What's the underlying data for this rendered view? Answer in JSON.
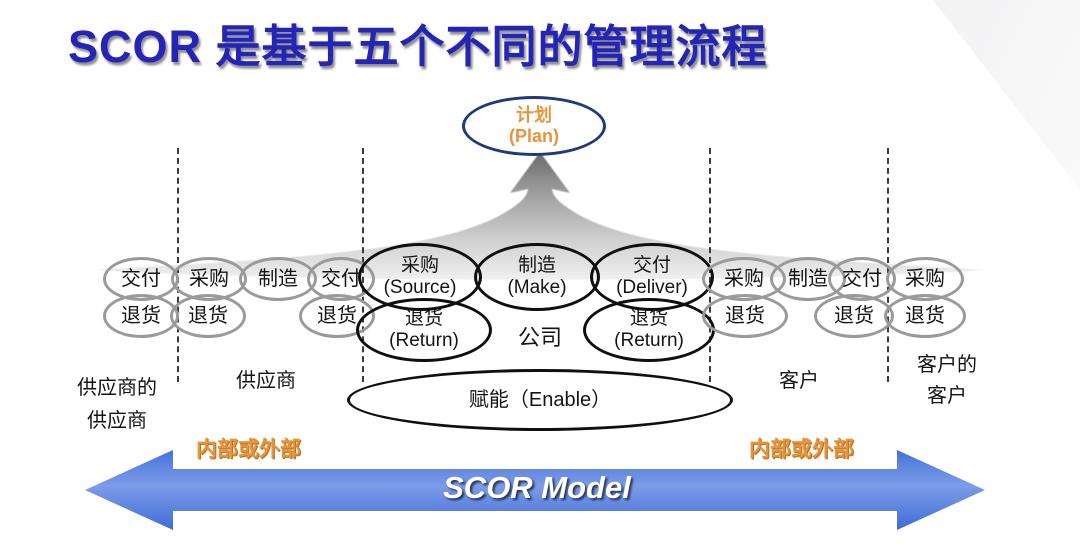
{
  "slide": {
    "title": "SCOR 是基于五个不同的管理流程"
  },
  "plan_node": {
    "label_cn": "计划",
    "label_en": "(Plan)"
  },
  "left_chain": {
    "row1": [
      "交付",
      "采购",
      "制造",
      "交付"
    ],
    "row2": [
      "退货",
      "退货",
      "退货"
    ]
  },
  "right_chain": {
    "row1": [
      "采购",
      "制造",
      "交付",
      "采购"
    ],
    "row2": [
      "退货",
      "退货",
      "退货"
    ]
  },
  "company_chain": {
    "source_cn": "采购",
    "source_en": "(Source)",
    "make_cn": "制造",
    "make_en": "(Make)",
    "deliver_cn": "交付",
    "deliver_en": "(Deliver)",
    "return_left_cn": "退货",
    "return_left_en": "(Return)",
    "return_right_cn": "退货",
    "return_right_en": "(Return)",
    "company_label": "公司",
    "enable_label": "赋能（Enable）"
  },
  "partner_labels": {
    "suppliers_supplier_line1": "供应商的",
    "suppliers_supplier_line2": "供应商",
    "supplier": "供应商",
    "customer": "客户",
    "customers_customer_line1": "客户的",
    "customers_customer_line2": "客户"
  },
  "scope_labels": {
    "left": "内部或外部",
    "right": "内部或外部"
  },
  "bottom_arrow": {
    "label": "SCOR Model"
  },
  "colors": {
    "title_blue": "#2424B6",
    "accent_orange": "#E8943C",
    "plan_border_navy": "#1D3A7C",
    "arrow_blue": "#3E6EDB",
    "gray_oval_stroke": "#9A9A9A",
    "black_oval_stroke": "#0F0F0F"
  }
}
